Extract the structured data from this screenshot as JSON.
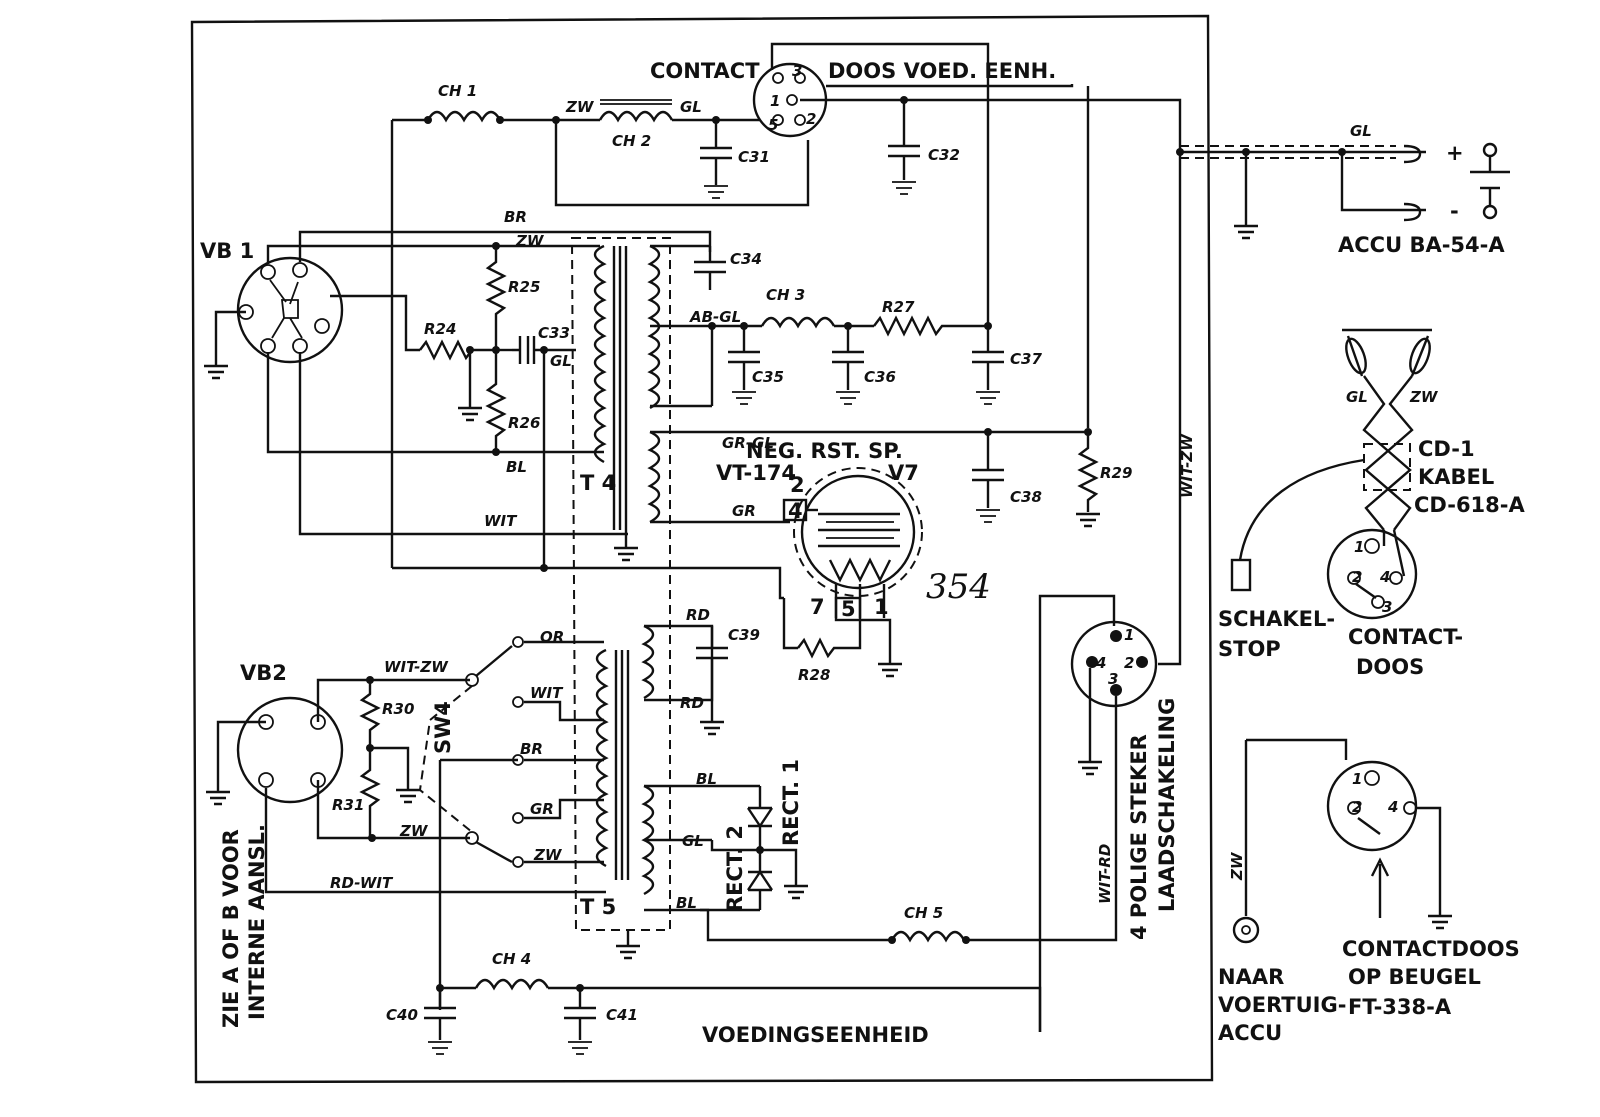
{
  "title": "VOEDINGSEENHEID",
  "contact_box_label": "CONTACT",
  "contact_box_label2": "DOOS VOED. EENH.",
  "handwritten": "354",
  "components": {
    "ch1": "CH 1",
    "ch2": "CH 2",
    "ch3": "CH 3",
    "ch4": "CH 4",
    "ch5": "CH 5",
    "c31": "C31",
    "c32": "C32",
    "c33": "C33",
    "c34": "C34",
    "c35": "C35",
    "c36": "C36",
    "c37": "C37",
    "c38": "C38",
    "c39": "C39",
    "c40": "C40",
    "c41": "C41",
    "r24": "R24",
    "r25": "R25",
    "r26": "R26",
    "r27": "R27",
    "r28": "R28",
    "r29": "R29",
    "r30": "R30",
    "r31": "R31",
    "vb1": "VB 1",
    "vb2": "VB2",
    "t4": "T 4",
    "t5": "T 5",
    "sw4": "SW4",
    "v7": "V7",
    "vt174": "VT-174",
    "neg": "NEG. RST. SP.",
    "rect1": "RECT. 1",
    "rect2": "RECT. 2"
  },
  "wire_labels": {
    "zw": "ZW",
    "gl": "GL",
    "br": "BR",
    "bl": "BL",
    "wit": "WIT",
    "wit_zw": "WIT-ZW",
    "gr": "GR",
    "gr_gl": "GR-GL",
    "or": "OR",
    "rd": "RD",
    "rd_wit": "RD-WIT",
    "wit_rd": "WIT-RD",
    "ab_gl": "AB-GL"
  },
  "tube_pins": {
    "p2": "2",
    "p4": "4",
    "p7": "7",
    "p5": "5",
    "p1": "1"
  },
  "plug_pins": {
    "p1": "1",
    "p2": "2",
    "p3": "3",
    "p4": "4",
    "p5": "5"
  },
  "side_notes": {
    "zie": "ZIE A OF B VOOR",
    "interne": "INTERNE AANSL.",
    "steker": "4 POLIGE STEKER",
    "laad": "LAADSCHAKELING"
  },
  "accu": {
    "label": "ACCU BA-54-A",
    "plus": "+",
    "minus": "-"
  },
  "cable": {
    "line1": "CD-1",
    "line2": "KABEL",
    "line3": "CD-618-A"
  },
  "schakelstop": {
    "line1": "SCHAKEL-",
    "line2": "STOP"
  },
  "contactdoos": {
    "line1": "CONTACT-",
    "line2": "DOOS"
  },
  "beugel": {
    "line1": "CONTACTDOOS",
    "line2": "OP BEUGEL",
    "line3": "FT-338-A"
  },
  "voertuig": {
    "line1": "NAAR",
    "line2": "VOERTUIG-",
    "line3": "ACCU"
  }
}
